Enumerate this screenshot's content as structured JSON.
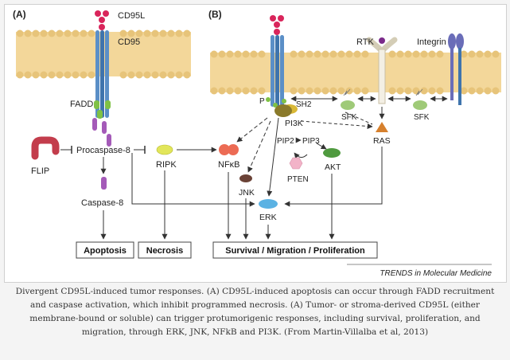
{
  "panels": {
    "a": {
      "label": "(A)"
    },
    "b": {
      "label": "(B)"
    }
  },
  "labels": {
    "cd95l": "CD95L",
    "cd95": "CD95",
    "fadd": "FADD",
    "flip": "FLIP",
    "procaspase8": "Procaspase-8",
    "caspase8": "Caspase-8",
    "ripk": "RIPK",
    "nfkb": "NFκB",
    "rtk": "RTK",
    "integrin": "Integrin",
    "p": "P",
    "sh2": "SH2",
    "pi3k": "PI3K",
    "sfk1": "SFK",
    "sfk2": "SFK",
    "ras": "RAS",
    "pip2": "PIP2",
    "pip3": "PIP3",
    "pten": "PTEN",
    "akt": "AKT",
    "jnk": "JNK",
    "erk": "ERK"
  },
  "outcomes": {
    "apoptosis": "Apoptosis",
    "necrosis": "Necrosis",
    "survival": "Survival / Migration / Proliferation"
  },
  "source": "TRENDS in Molecular Medicine",
  "caption": "Divergent CD95L-induced tumor responses. (A) CD95L-induced apoptosis can occur through FADD recruitment and caspase activation, which inhibit programmed necrosis. (A) Tumor- or stroma-derived CD95L (either membrane-bound or soluble) can trigger protumorigenic responses, including survival, proliferation, and migration, through ERK, JNK, NFkB and PI3K.  (From Martin-Villalba et al, 2013)",
  "colors": {
    "membrane": "#f3d79a",
    "membrane_edge": "#e7c47a",
    "receptor": "#5b8fc7",
    "ligand": "#d9255b",
    "fadd": "#7fc145",
    "procaspase": "#a45ab8",
    "flip": "#c33d4c",
    "ripk": "#e2e65a",
    "nfkb": "#ec6b54",
    "pi3k": "#8a7a2a",
    "sfk": "#9fca78",
    "ras": "#d6802d",
    "pten": "#f2b3c8",
    "akt": "#4f9a3f",
    "jnk": "#6a4236",
    "erk": "#5bb2e3",
    "integrin": "#6a6db8",
    "rtk": "#f3efe4"
  }
}
